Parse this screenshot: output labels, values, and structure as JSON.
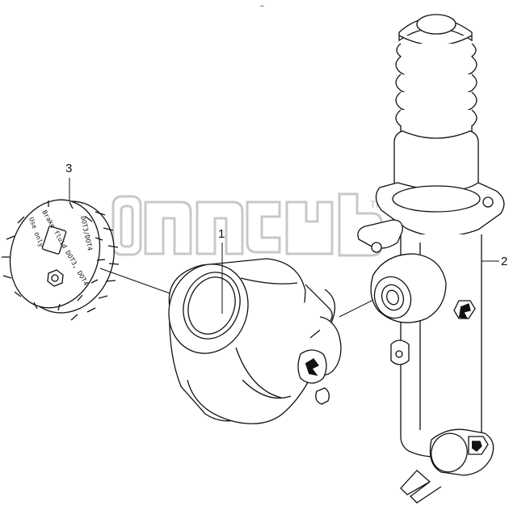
{
  "callouts": {
    "part_1": "1",
    "part_2": "2",
    "part_3": "3"
  },
  "top_mark": "~",
  "watermark": {
    "trademark": "TM"
  },
  "cap_lettering": {
    "line_1": "Brake fluid DOT3, DOT4",
    "line_2": "Use only",
    "line_3": "DOT3/DOT4"
  }
}
